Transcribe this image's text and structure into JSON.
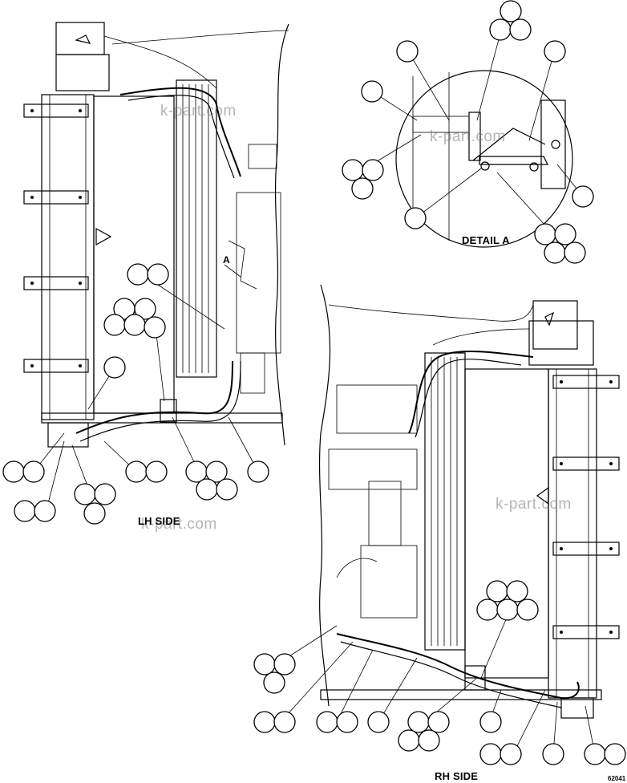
{
  "labels": {
    "lh_side": "LH SIDE",
    "rh_side": "RH SIDE",
    "detail_a": "DETAIL A",
    "detail_marker": "A",
    "drawing_code": "62041"
  },
  "watermark": "k-part.com",
  "colors": {
    "line": "#000000",
    "background": "#ffffff",
    "watermark": "#787878"
  }
}
